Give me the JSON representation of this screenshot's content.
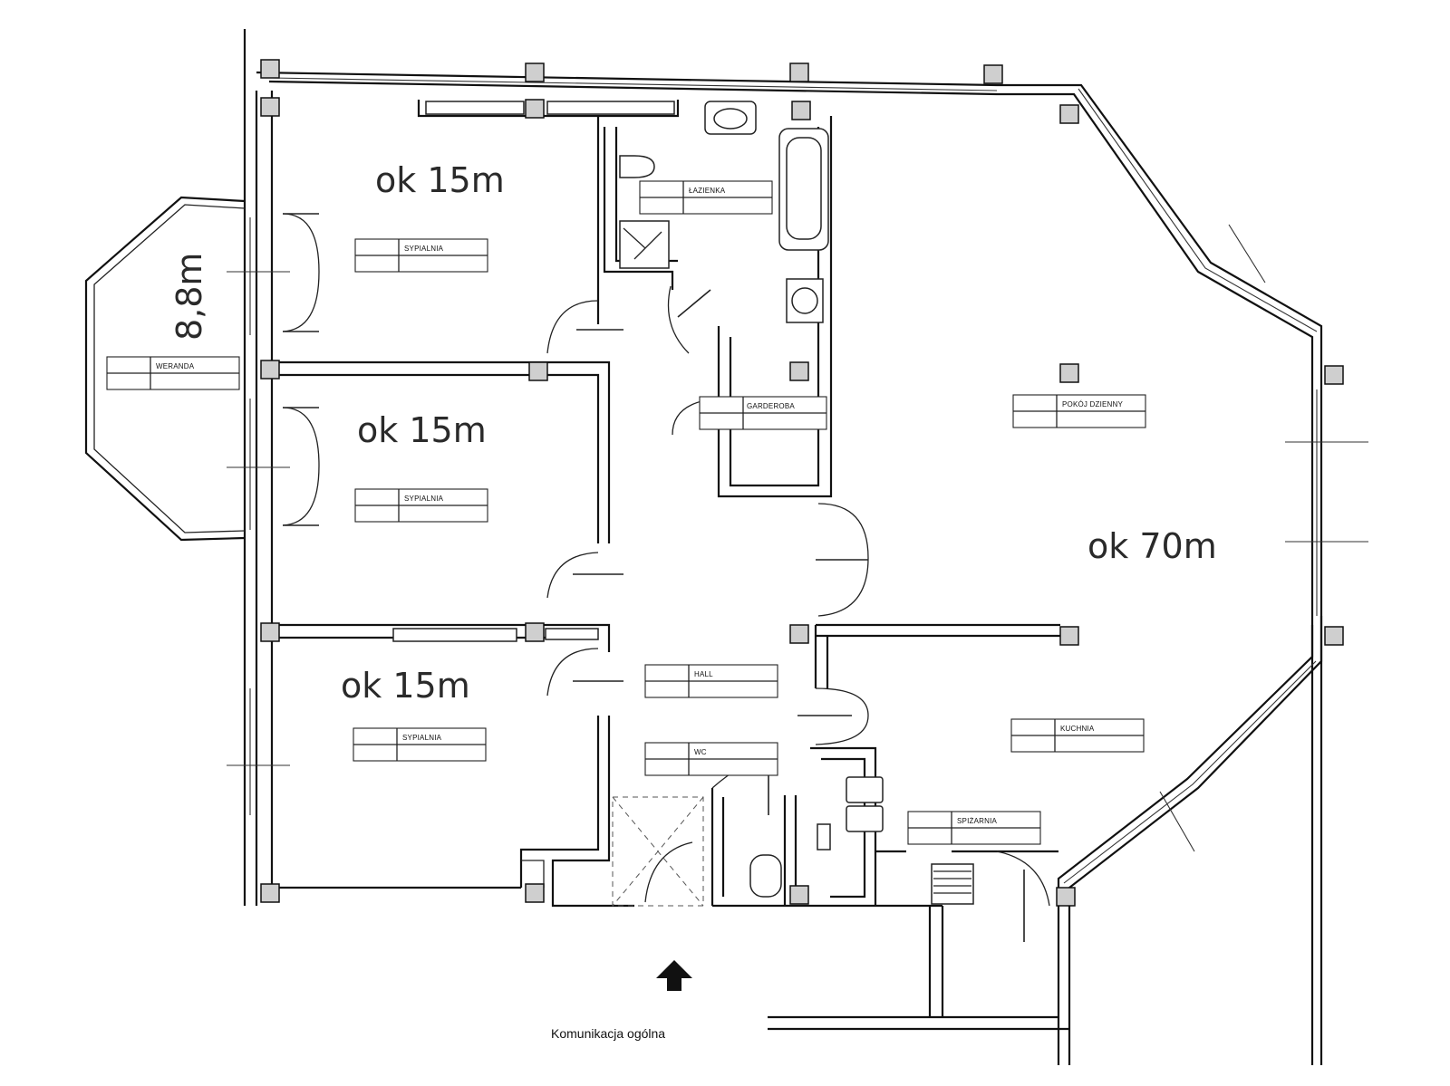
{
  "rooms": {
    "sypialnia_1": "SYPIALNIA",
    "sypialnia_2": "SYPIALNIA",
    "sypialnia_3": "SYPIALNIA",
    "weranda": "WERANDA",
    "lazienka": "ŁAZIENKA",
    "garderoba": "GARDEROBA",
    "pokoj_dzienny": "POKÓJ DZIENNY",
    "hall": "HALL",
    "wc": "WC",
    "kuchnia": "KUCHNIA",
    "spizarnia": "SPIŻARNIA"
  },
  "areas": {
    "bedroom_top": "ok 15m",
    "bedroom_middle": "ok 15m",
    "bedroom_bottom": "ok 15m",
    "veranda": "8,8m",
    "living": "ok 70m"
  },
  "entrance_label": "Komunikacja ogólna"
}
